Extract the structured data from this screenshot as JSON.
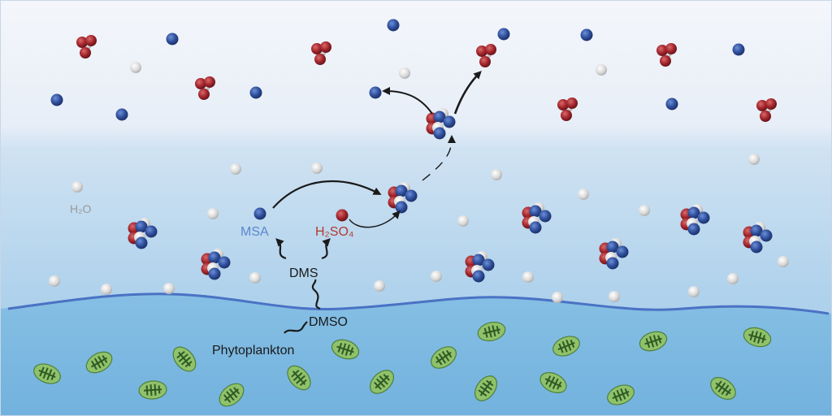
{
  "labels": {
    "water": "H₂O",
    "msa": "MSA",
    "h2so4": "H₂SO₄",
    "dms": "DMS",
    "dmso": "DMSO",
    "phytoplankton": "Phytoplankton"
  },
  "colors": {
    "sky_top": "#f3f6fb",
    "sky_mid": "#dce9f5",
    "air_sea_transition": "#bcd8ee",
    "ocean": "#7ab8e0",
    "wave_line": "#4a72c4",
    "msa_text": "#5b86cc",
    "h2so4_text": "#b03a32",
    "text_dark": "#1a1a1a",
    "text_gray": "#9a9a9a",
    "water_molecule": "#d8d8d8",
    "msa_molecule": "#2e4f9a",
    "sulfate_molecule": "#a3262d",
    "phytoplankton_fill": "#8fc26a"
  }
}
